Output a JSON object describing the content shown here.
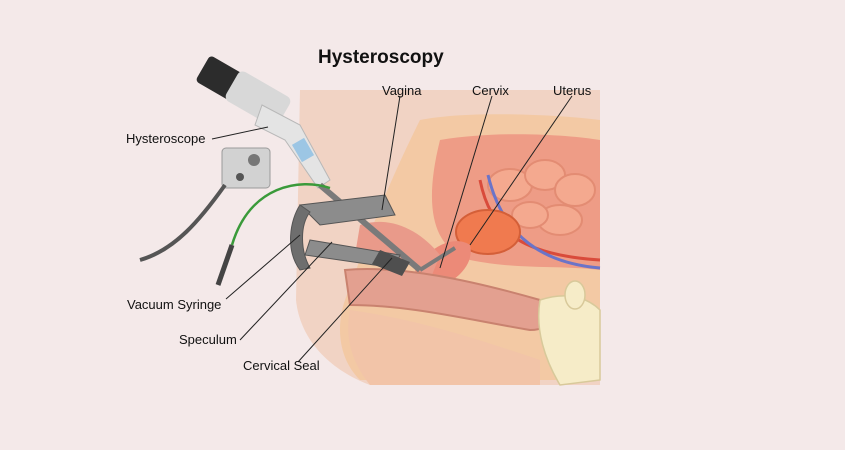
{
  "title": "Hysteroscopy",
  "labels": {
    "vagina": "Vagina",
    "cervix": "Cervix",
    "uterus": "Uterus",
    "hysteroscope": "Hysteroscope",
    "vacuum_syringe": "Vacuum Syringe",
    "speculum": "Speculum",
    "cervical_seal": "Cervical Seal"
  },
  "colors": {
    "background": "#f4e9e9",
    "skin": "#f0c9a8",
    "tissue": "#e9a88f",
    "uterus": "#f07a4f",
    "bone": "#f6ecc8",
    "instrument": "#6f6f6f",
    "tube": "#3a9a3a"
  }
}
